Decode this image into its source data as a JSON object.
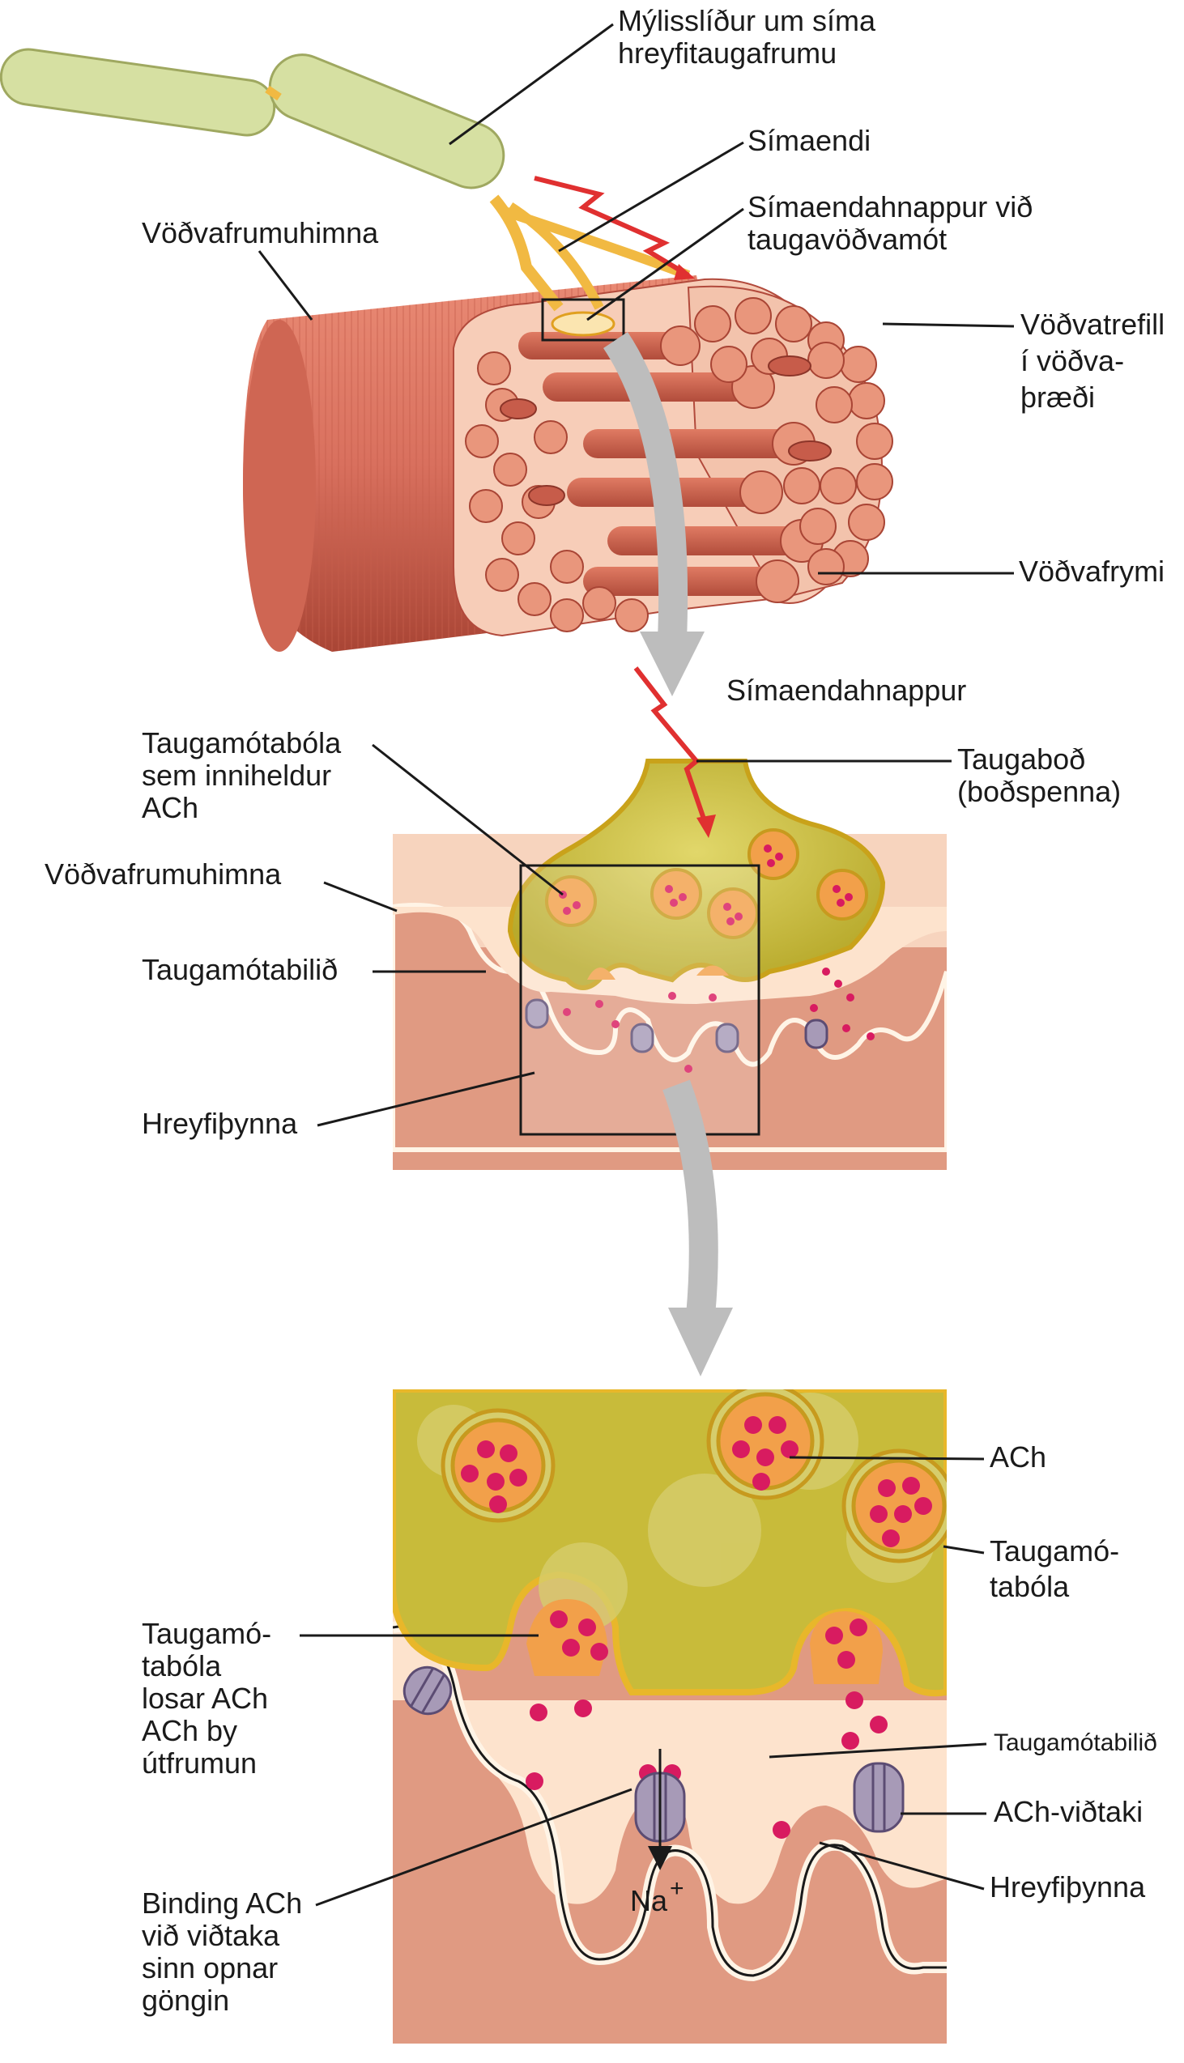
{
  "labels": {
    "myelin_l1": "Mýlisslíður um síma",
    "myelin_l2": "hreyfitaugafrumu",
    "axon_terminal": "Símaendi",
    "nmj_l1": "Símaendahnappur við",
    "nmj_l2": "taugavöðvamót",
    "sarcolemma_top": "Vöðvafrumuhimna",
    "myofibril_l1": "Vöðvatrefill",
    "myofibril_l2": "í vöðva-",
    "myofibril_l3": "þræði",
    "sarcoplasm": "Vöðvafrymi",
    "terminal_bouton": "Símaendahnappur",
    "vesicle_ach_l1": "Taugamótabóla",
    "vesicle_ach_l2": "sem inniheldur",
    "vesicle_ach_l3": "ACh",
    "nerve_impulse_l1": "Taugaboð",
    "nerve_impulse_l2": "(boðspenna)",
    "sarcolemma_mid": "Vöðvafrumuhimna",
    "cleft_mid": "Taugamótabilið",
    "motor_end_plate_mid": "Hreyfiþynna",
    "ach": "ACh",
    "vesicle_l1": "Taugamó-",
    "vesicle_l2": "tabóla",
    "release_l1": "Taugamó-",
    "release_l2": "tabóla",
    "release_l3": "losar ACh",
    "release_l4": "ACh by",
    "release_l5": "útfrumun",
    "cleft_bottom": "Taugamótabilið",
    "receptor": "ACh-viðtaki",
    "motor_end_plate_bottom": "Hreyfiþynna",
    "binding_l1": "Binding ACh",
    "binding_l2": "við viðtaka",
    "binding_l3": "sinn opnar",
    "binding_l4": "göngin",
    "sodium": "Na",
    "sodium_charge": "+"
  },
  "colors": {
    "muscle": "#d9705e",
    "muscle_dark": "#b24a3c",
    "fiber_face": "#f5c9b4",
    "fibril_face": "#e9967c",
    "myelin": "#d6e0a2",
    "nerve": "#f1b942",
    "bouton": "#c8bb3a",
    "vesicle": "#f2a04a",
    "ach": "#d81b60",
    "cleft": "#fde3cd",
    "muscle_cell": "#e8a28c",
    "receptor": "#a79ab7",
    "arrow_red": "#e03030",
    "arrow_gray": "#c9c9c9"
  }
}
